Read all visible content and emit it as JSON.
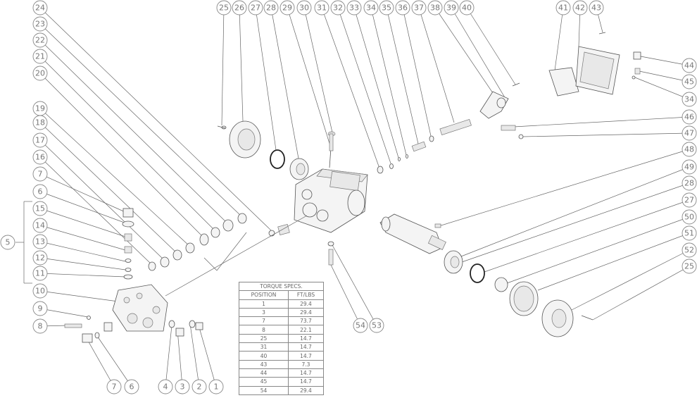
{
  "diagram": {
    "callouts": [
      "1",
      "2",
      "3",
      "4",
      "5",
      "6",
      "7",
      "8",
      "9",
      "10",
      "11",
      "12",
      "13",
      "14",
      "15",
      "16",
      "17",
      "18",
      "19",
      "20",
      "21",
      "22",
      "23",
      "24",
      "25",
      "26",
      "27",
      "28",
      "29",
      "30",
      "31",
      "32",
      "33",
      "34",
      "35",
      "36",
      "37",
      "38",
      "39",
      "40",
      "41",
      "42",
      "43",
      "44",
      "45",
      "46",
      "47",
      "48",
      "49",
      "50",
      "51",
      "52",
      "53",
      "54"
    ]
  },
  "torque_table": {
    "title": "TORQUE SPECS.",
    "headers": [
      "POSITION",
      "FT/LBS"
    ],
    "rows": [
      [
        "1",
        "29.4"
      ],
      [
        "3",
        "29.4"
      ],
      [
        "7",
        "73.7"
      ],
      [
        "8",
        "22.1"
      ],
      [
        "25",
        "14.7"
      ],
      [
        "31",
        "14.7"
      ],
      [
        "40",
        "14.7"
      ],
      [
        "43",
        "7.3"
      ],
      [
        "44",
        "14.7"
      ],
      [
        "45",
        "14.7"
      ],
      [
        "54",
        "29.4"
      ]
    ]
  }
}
